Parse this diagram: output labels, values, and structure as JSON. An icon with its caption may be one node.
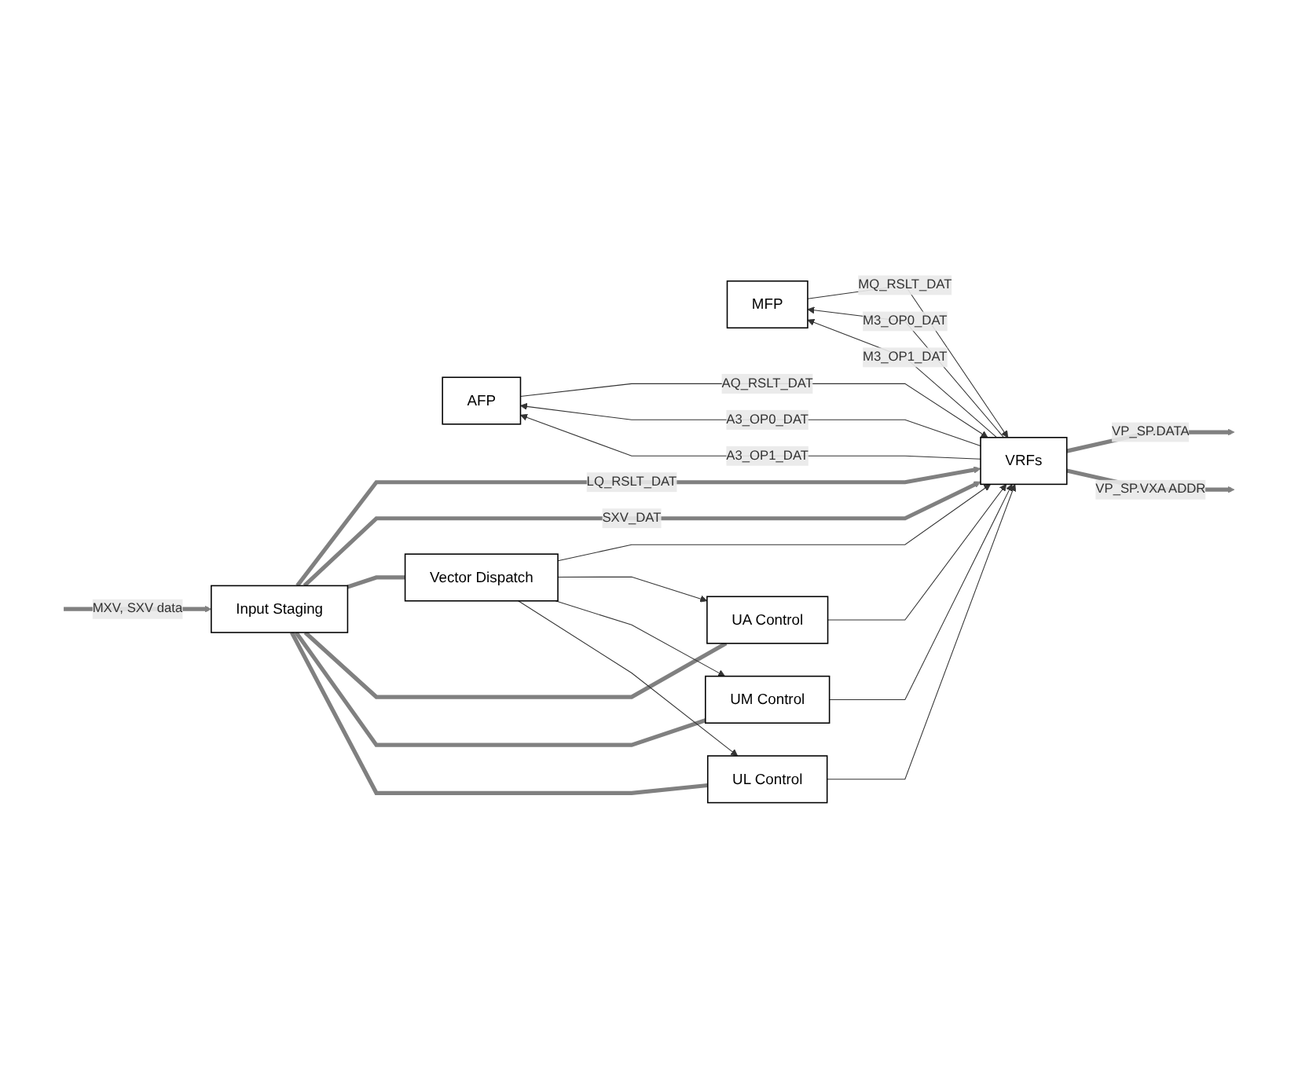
{
  "diagram": {
    "nodes": [
      {
        "text": [
          "AFP"
        ]
      },
      {
        "text": [
          "MFP"
        ]
      },
      {
        "text": [
          "VRFs"
        ]
      },
      {
        "text": [
          "Input Staging"
        ]
      },
      {
        "text": [
          "Vector Dispatch"
        ]
      },
      {
        "text": [
          "UA Control"
        ]
      },
      {
        "text": [
          "UM Control"
        ]
      },
      {
        "text": [
          "UL Control"
        ]
      }
    ],
    "edges": [
      {
        "from": 0,
        "to": 2,
        "arrow": "to",
        "label": "AQ_RSLT_DAT"
      },
      {
        "from": 1,
        "to": 2,
        "arrow": "to",
        "label": "MQ_RSLT_DAT"
      },
      {
        "from": 2,
        "to": 0,
        "arrow": "to",
        "label": "A3_OP0_DAT"
      },
      {
        "from": 2,
        "to": 0,
        "arrow": "to",
        "label": "A3_OP1_DAT"
      },
      {
        "from": 2,
        "to": 1,
        "arrow": "to",
        "label": "M3_OP0_DAT"
      },
      {
        "from": 2,
        "to": 1,
        "arrow": "to",
        "label": "M3_OP1_DAT"
      },
      {
        "from": null,
        "to": 3,
        "arrow": "to",
        "label": "MXV, SXV data",
        "style": "thick",
        "color": "#808080"
      },
      {
        "from": 3,
        "to": 2,
        "arrow": "to",
        "label": "LQ_RSLT_DAT",
        "style": "thick",
        "color": "#808080"
      },
      {
        "from": 3,
        "to": 2,
        "arrow": "to",
        "label": "SXV_DAT",
        "style": "thick",
        "color": "#808080"
      },
      {
        "from": 2,
        "to": null,
        "arrow": "to",
        "label": "VP_SP.DATA",
        "style": "thick",
        "color": "#808080"
      },
      {
        "from": 2,
        "to": null,
        "arrow": "to",
        "label": "VP_SP.VXA ADDR",
        "style": "thick",
        "color": "#808080"
      },
      {
        "from": 3,
        "to": 4,
        "arrow": "none",
        "style": "thick",
        "color": "#808080"
      },
      {
        "from": 3,
        "to": 5,
        "arrow": "none",
        "style": "thick",
        "color": "#808080"
      },
      {
        "from": 3,
        "to": 6,
        "arrow": "none",
        "style": "thick",
        "color": "#808080"
      },
      {
        "from": 3,
        "to": 7,
        "arrow": "none",
        "style": "thick",
        "color": "#808080"
      },
      {
        "from": 4,
        "to": 2,
        "arrow": "to"
      },
      {
        "from": 4,
        "to": 5,
        "arrow": "to"
      },
      {
        "from": 4,
        "to": 6,
        "arrow": "to"
      },
      {
        "from": 4,
        "to": 7,
        "arrow": "to"
      },
      {
        "from": 5,
        "to": 2,
        "arrow": "to"
      },
      {
        "from": 6,
        "to": 2,
        "arrow": "to"
      },
      {
        "from": 7,
        "to": 2,
        "arrow": "to"
      }
    ]
  }
}
